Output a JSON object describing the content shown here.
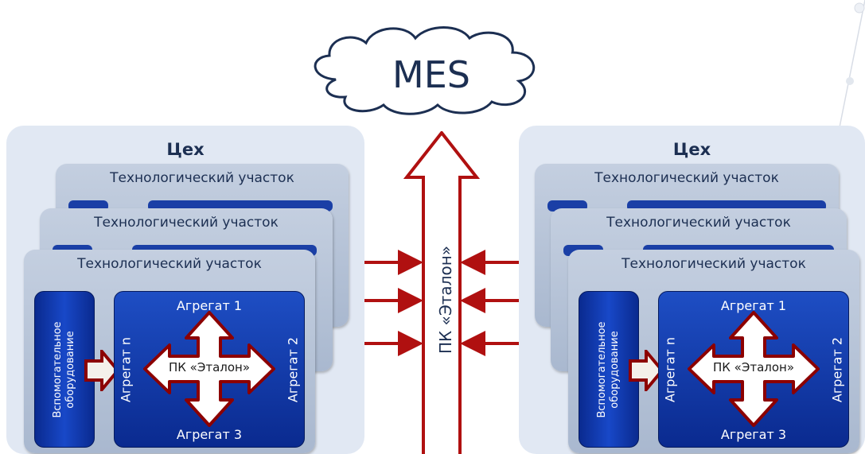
{
  "mes": {
    "label": "MES"
  },
  "central": {
    "label": "ПК «Эталон»"
  },
  "shops": [
    {
      "title": "Цех",
      "sectors": [
        "Технологический участок",
        "Технологический участок",
        "Технологический участок"
      ],
      "aux_line1": "Вспомогательное",
      "aux_line2": "оборудование",
      "aggregates": {
        "a1": "Агрегат 1",
        "a2": "Агрегат 2",
        "a3": "Агрегат 3",
        "an": "Агрегат n"
      },
      "pk_label": "ПК «Эталон»"
    },
    {
      "title": "Цех",
      "sectors": [
        "Технологический участок",
        "Технологический участок",
        "Технологический участок"
      ],
      "aux_line1": "Вспомогательное",
      "aux_line2": "оборудование",
      "aggregates": {
        "a1": "Агрегат 1",
        "a2": "Агрегат 2",
        "a3": "Агрегат 3",
        "an": "Агрегат n"
      },
      "pk_label": "ПК «Эталон»"
    }
  ],
  "colors": {
    "arrow_red": "#b01010",
    "dark_red": "#8c0000",
    "block_blue": "#1040b0",
    "shop_bg": "#e1e8f3"
  }
}
